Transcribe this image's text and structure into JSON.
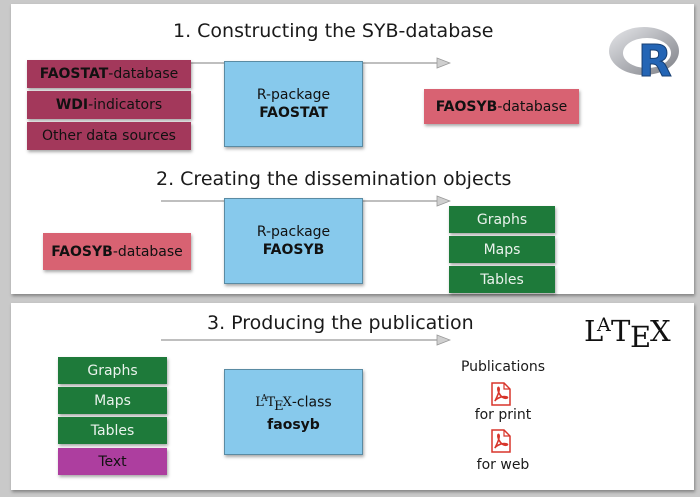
{
  "section1": {
    "title": "1. Constructing the SYB-database",
    "sources": [
      {
        "bold": "FAOSTAT",
        "rest": "-database"
      },
      {
        "bold": "WDI",
        "rest": "-indicators"
      },
      {
        "bold": "",
        "rest": "Other data sources"
      }
    ],
    "package_line1": "R-package",
    "package_line2": "FAOSTAT",
    "output_bold": "FAOSYB",
    "output_rest": "-database",
    "logo": "R"
  },
  "section2": {
    "title": "2. Creating the dissemination objects",
    "input_bold": "FAOSYB",
    "input_rest": "-database",
    "package_line1": "R-package",
    "package_line2": "FAOSYB",
    "outputs": [
      "Graphs",
      "Maps",
      "Tables"
    ]
  },
  "section3": {
    "title": "3. Producing the publication",
    "inputs": [
      "Graphs",
      "Maps",
      "Tables"
    ],
    "text_item": "Text",
    "class_suffix": "-class",
    "class_name": "faosyb",
    "publications_title": "Publications",
    "for_print": "for print",
    "for_web": "for web",
    "logo": "LaTeX"
  },
  "colors": {
    "maroon": "#a3385b",
    "rose": "#d86272",
    "blue": "#87c9ec",
    "green": "#1e7a3a",
    "purple": "#ad3e9f",
    "pdf_red": "#d8352b"
  }
}
